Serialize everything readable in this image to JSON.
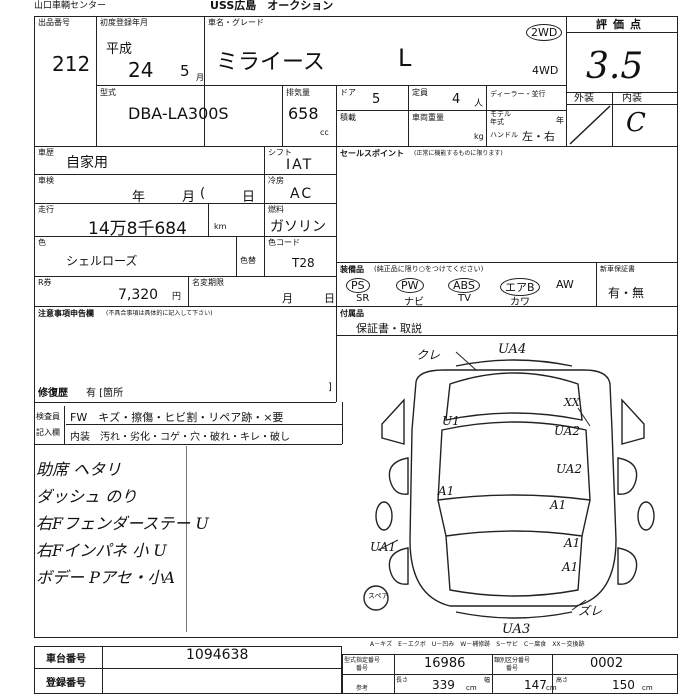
{
  "header": {
    "top_fragment": "山口車輌センター",
    "auction_site": "USS広島　オークション"
  },
  "lot": {
    "label": "出品番号",
    "number": "212"
  },
  "registration": {
    "label": "初度登録年月",
    "era": "平成",
    "year": "24",
    "month": "5",
    "month_unit": "月"
  },
  "car": {
    "name_label": "車名・グレード",
    "name": "ミライース",
    "grade": "L",
    "drive_selected": "2WD",
    "drive_alt": "4WD",
    "model_label": "型式",
    "model": "DBA-LA300S",
    "displacement_label": "排気量",
    "displacement": "658",
    "displacement_unit": "cc",
    "doors_label": "ドア",
    "doors": "5",
    "capacity_label": "定員",
    "capacity": "4",
    "capacity_unit": "人",
    "load_label": "積載",
    "weight_label": "車両重量",
    "weight_unit": "kg",
    "dealer_label": "ディーラー・並行",
    "model_year_label": "モデル年式",
    "model_year_unit": "年",
    "handle_label": "ハンドル",
    "handle_value": "左・右"
  },
  "grades": {
    "label": "評価点",
    "score": "3.5",
    "exterior_label": "外装",
    "interior_label": "内装",
    "interior": "C"
  },
  "usage": {
    "label": "車歴",
    "value": "自家用"
  },
  "shift": {
    "label": "シフト",
    "value": "IAT"
  },
  "inspection": {
    "label": "車検",
    "year_unit": "年",
    "month_unit": "月",
    "day_unit": "日"
  },
  "ac": {
    "label": "冷房",
    "value": "AC"
  },
  "mileage": {
    "label": "走行",
    "value": "14万8千684",
    "unit": "km"
  },
  "fuel": {
    "label": "燃料",
    "value": "ガソリン"
  },
  "color": {
    "label": "色",
    "value": "シェルローズ",
    "change_label": "色替",
    "code_label": "色コード",
    "code": "T28"
  },
  "recycle": {
    "label": "R券",
    "value": "7,320",
    "unit": "円"
  },
  "name_change": {
    "label": "名変期限",
    "month_unit": "月",
    "day_unit": "日"
  },
  "sales_point": {
    "label": "セールスポイント",
    "note": "(正常に機能するものに限ります)"
  },
  "equipment": {
    "label": "装備品",
    "note": "(純正品に限り○をつけてください)",
    "items_top": [
      "PS",
      "PW",
      "ABS",
      "エアB",
      "AW"
    ],
    "items_bottom": [
      "SR",
      "ナビ",
      "TV",
      "カワ"
    ],
    "new_car_warranty_label": "新車保証書",
    "new_car_warranty_value": "有・無"
  },
  "notes_section": {
    "label": "注意事項申告欄",
    "note": "(不具合事項は具体的に記入して下さい)",
    "repair_label": "修復歴",
    "repair_value": "有 [箇所",
    "repair_close": "]"
  },
  "accessories": {
    "label": "付属品",
    "value": "保証書・取説"
  },
  "inspector_memo": {
    "label1": "検査員",
    "label2": "記入欄",
    "row1": "FW　キズ・擦傷・ヒビ割・リペア跡・×要",
    "row2": "内装　汚れ・劣化・コゲ・穴・破れ・キレ・破し"
  },
  "handwritten_notes": [
    "助席 ヘタリ",
    "ダッシュ のり",
    "右Fフェンダーステー U",
    "右Fインパネ 小 U",
    "ボデー Pアセ・小A"
  ],
  "diagram": {
    "marks": [
      "クレ",
      "UA4",
      "XX",
      "U1",
      "UA2",
      "UA2",
      "A1",
      "A1",
      "A1",
      "UA1",
      "A1",
      "ズレ",
      "UA3",
      "スペア"
    ],
    "legend": "A－キズ　E－エクボ　U－凹み　W－補修跡　S－サビ　C－腐食　XX－交換跡"
  },
  "footer": {
    "chassis_label": "車台番号",
    "chassis": "1094638",
    "registration_label": "登録番号",
    "type_label": "型式指定番号",
    "type_label2": "番号",
    "type_no": "16986",
    "category_label": "類別区分番号",
    "category_label2": "番号",
    "category_no": "0002",
    "length_label": "長さ",
    "length": "339",
    "width_label": "幅",
    "width": "147",
    "height_label": "高さ",
    "height": "150",
    "dim_unit": "cm",
    "sub_label": "参考"
  }
}
